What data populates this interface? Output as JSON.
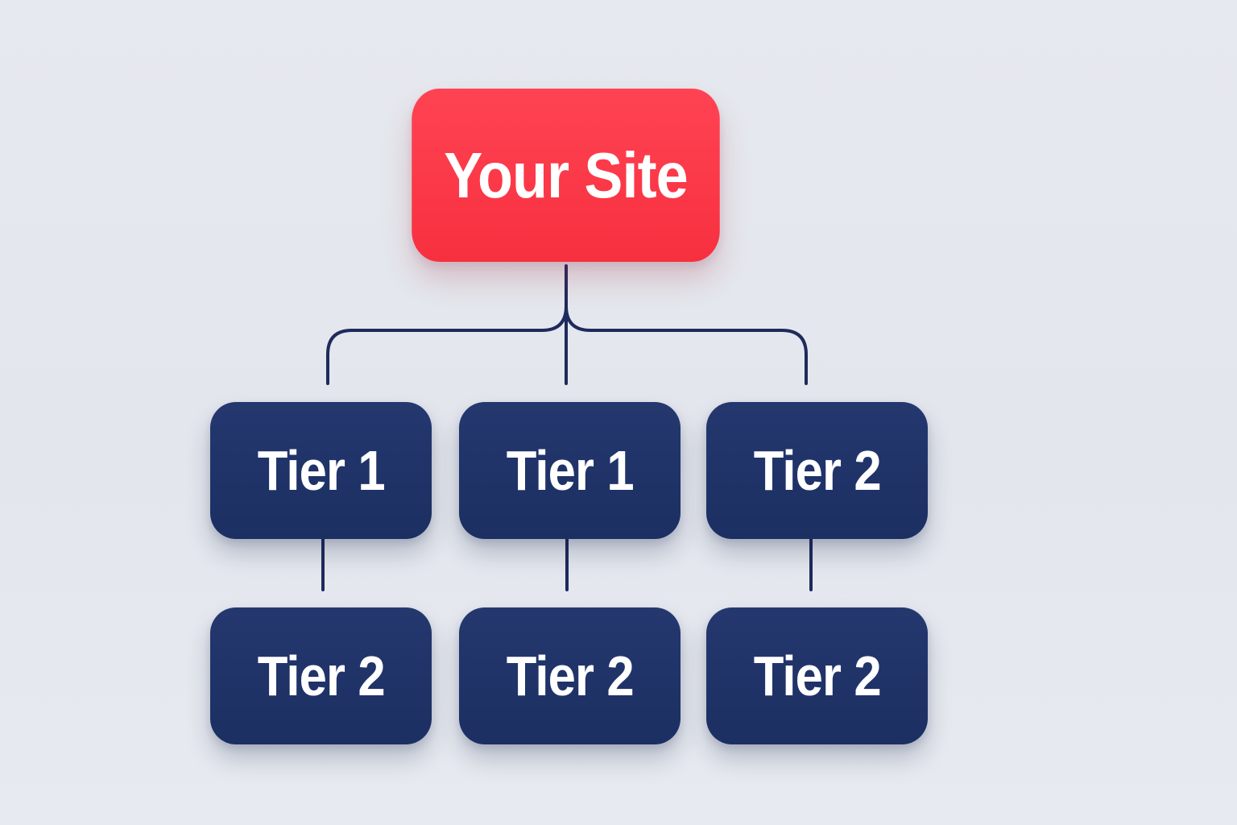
{
  "colors": {
    "root": "#f7343f",
    "node": "#1f3366",
    "line": "#1f2a5c",
    "background": "#e5e8ee"
  },
  "root": {
    "label": "Your Site"
  },
  "tier_rows": [
    {
      "items": [
        {
          "label": "Tier 1"
        },
        {
          "label": "Tier 1"
        },
        {
          "label": "Tier 2"
        }
      ]
    },
    {
      "items": [
        {
          "label": "Tier 2"
        },
        {
          "label": "Tier 2"
        },
        {
          "label": "Tier 2"
        }
      ]
    }
  ]
}
